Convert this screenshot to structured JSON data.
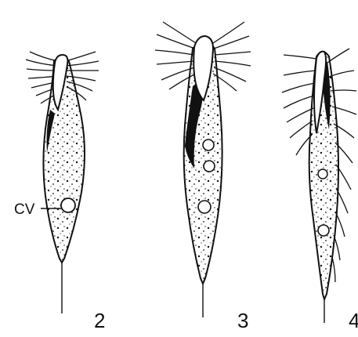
{
  "figure": {
    "label_cv": "CV",
    "panel_numbers": [
      "2",
      "3",
      "4"
    ]
  },
  "colors": {
    "ink": "#111111",
    "paper": "#ffffff"
  }
}
